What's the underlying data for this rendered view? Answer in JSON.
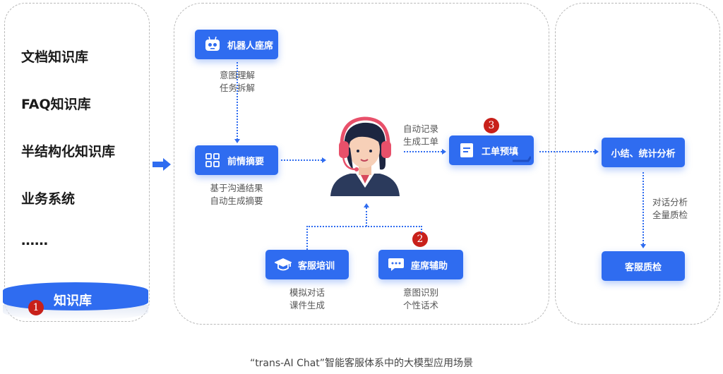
{
  "knowledge": {
    "items": [
      "文档知识库",
      "FAQ知识库",
      "半结构化知识库",
      "业务系统",
      "……"
    ],
    "base_label": "知识库",
    "badge": "1"
  },
  "robot_seat": {
    "label": "机器人座席",
    "icon": "robot-icon",
    "note": [
      "意图理解",
      "任务拆解"
    ]
  },
  "summary": {
    "label": "前情摘要",
    "icon": "grid-icon",
    "note": [
      "基于沟通结果",
      "自动生成摘要"
    ]
  },
  "agent": {
    "icon": "agent-headset-icon"
  },
  "auto_record": {
    "note": [
      "自动记录",
      "生成工单"
    ]
  },
  "work_order": {
    "label": "工单预填",
    "icon": "form-icon",
    "badge": "3"
  },
  "training": {
    "label": "客服培训",
    "icon": "graduation-cap-icon",
    "note": [
      "模拟对话",
      "课件生成"
    ]
  },
  "assist": {
    "label": "座席辅助",
    "icon": "chat-bubble-icon",
    "badge": "2",
    "note": [
      "意图识别",
      "个性话术"
    ]
  },
  "stats": {
    "label": "小结、统计分析",
    "note": [
      "对话分析",
      "全量质检"
    ]
  },
  "qc": {
    "label": "客服质检"
  },
  "caption": "“trans-AI Chat”智能客服体系中的大模型应用场景",
  "colors": {
    "primary": "#2f6cf0",
    "badge": "#c8201a",
    "panel_border": "#b9b9b9"
  }
}
